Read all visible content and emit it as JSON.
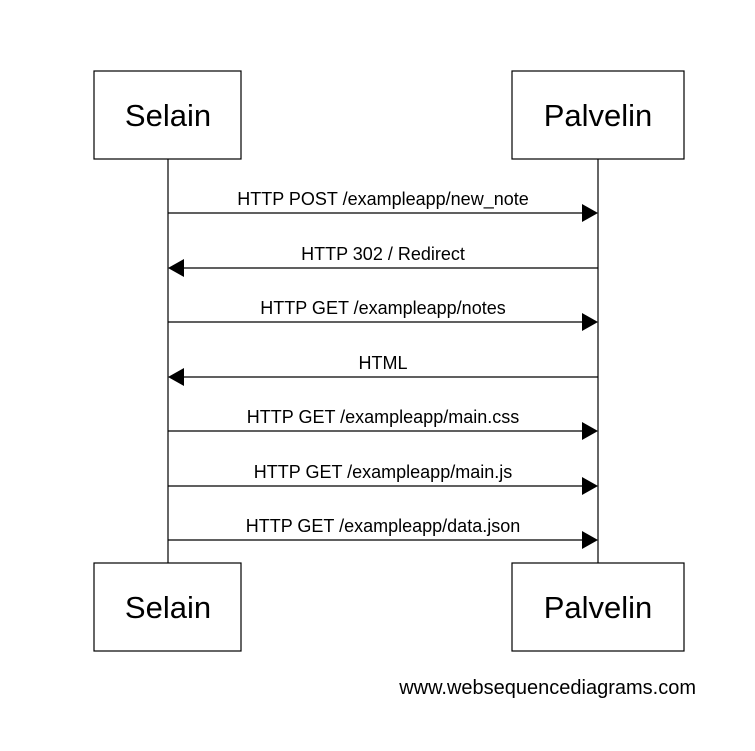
{
  "participants": {
    "browser": "Selain",
    "server": "Palvelin"
  },
  "messages": [
    {
      "label": "HTTP POST /exampleapp/new_note",
      "from": "browser",
      "to": "server"
    },
    {
      "label": "HTTP 302 / Redirect",
      "from": "server",
      "to": "browser"
    },
    {
      "label": "HTTP GET /exampleapp/notes",
      "from": "browser",
      "to": "server"
    },
    {
      "label": "HTML",
      "from": "server",
      "to": "browser"
    },
    {
      "label": "HTTP GET /exampleapp/main.css",
      "from": "browser",
      "to": "server"
    },
    {
      "label": "HTTP GET /exampleapp/main.js",
      "from": "browser",
      "to": "server"
    },
    {
      "label": "HTTP GET /exampleapp/data.json",
      "from": "browser",
      "to": "server"
    }
  ],
  "footer": "www.websequencediagrams.com"
}
